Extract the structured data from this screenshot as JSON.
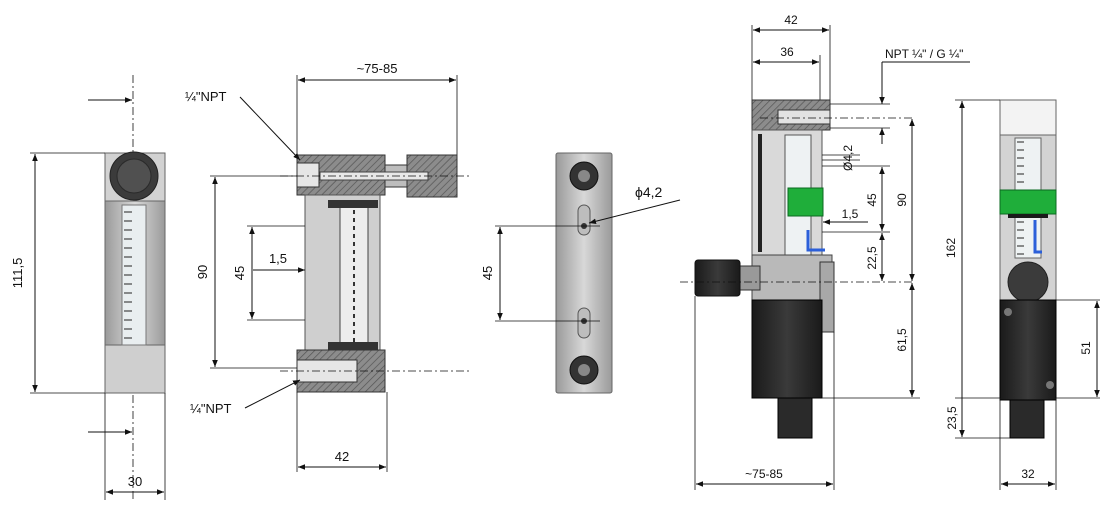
{
  "labels": {
    "v1_height": "111,5",
    "v1_width": "30",
    "v2_top_width": "~75-85",
    "v2_port_top": "¼\"NPT",
    "v2_port_bottom": "¼\"NPT",
    "v2_height": "90",
    "v2_scale": "45",
    "v2_tube": "1,5",
    "v2_bottom_width": "42",
    "v3_hole": "ϕ4,2",
    "v3_spacing": "45",
    "v4_top_outer": "42",
    "v4_top_inner": "36",
    "v4_thread": "NPT ¼\" / G ¼\"",
    "v4_hole": "Ø4,2",
    "v4_scale": "45",
    "v4_height": "90",
    "v4_tube": "1,5",
    "v4_lower_a": "22,5",
    "v4_lower_b": "61,5",
    "v4_bottom_width": "~75-85",
    "v5_height": "162",
    "v5_housing": "51",
    "v5_gland": "23,5",
    "v5_width": "32"
  },
  "colors": {
    "body_gray": "#c9c9c9",
    "dark_gray": "#4a4a4a",
    "black_housing": "#232323",
    "glass": "#e8eef0",
    "green_contact": "#1fae3a",
    "blue_wire": "#2b5fd9",
    "line": "#111111"
  }
}
